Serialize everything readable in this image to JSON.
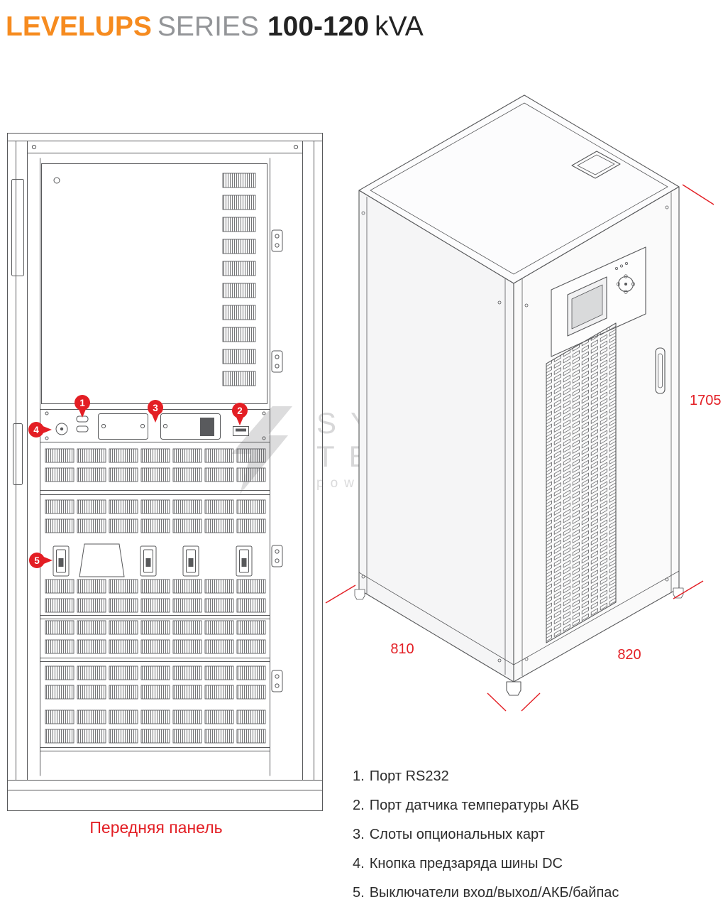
{
  "title": {
    "brand": "LEVELUPS",
    "series": "SERIES",
    "range": "100-120",
    "unit": "kVA"
  },
  "watermark": {
    "line1": "SYSTEM",
    "line2": "TECHNIK",
    "tagline": "power solutions"
  },
  "front_panel": {
    "caption": "Передняя панель",
    "callouts": [
      "1",
      "2",
      "3",
      "4",
      "5"
    ]
  },
  "dimensions": {
    "height": "1705",
    "depth": "810",
    "width": "820"
  },
  "legend": {
    "items": [
      {
        "num": "1.",
        "text": "Порт RS232"
      },
      {
        "num": "2.",
        "text": "Порт датчика температуры АКБ"
      },
      {
        "num": "3.",
        "text": "Слоты опциональных карт"
      },
      {
        "num": "4.",
        "text": "Кнопка предзаряда шины DC"
      },
      {
        "num": "5.",
        "text": "Выключатели вход/выход/АКБ/байпас"
      }
    ]
  },
  "colors": {
    "brand_orange": "#F68B1F",
    "accent_red": "#E31E24",
    "line_gray": "#58595B",
    "watermark_gray": "#D7D7D8"
  }
}
